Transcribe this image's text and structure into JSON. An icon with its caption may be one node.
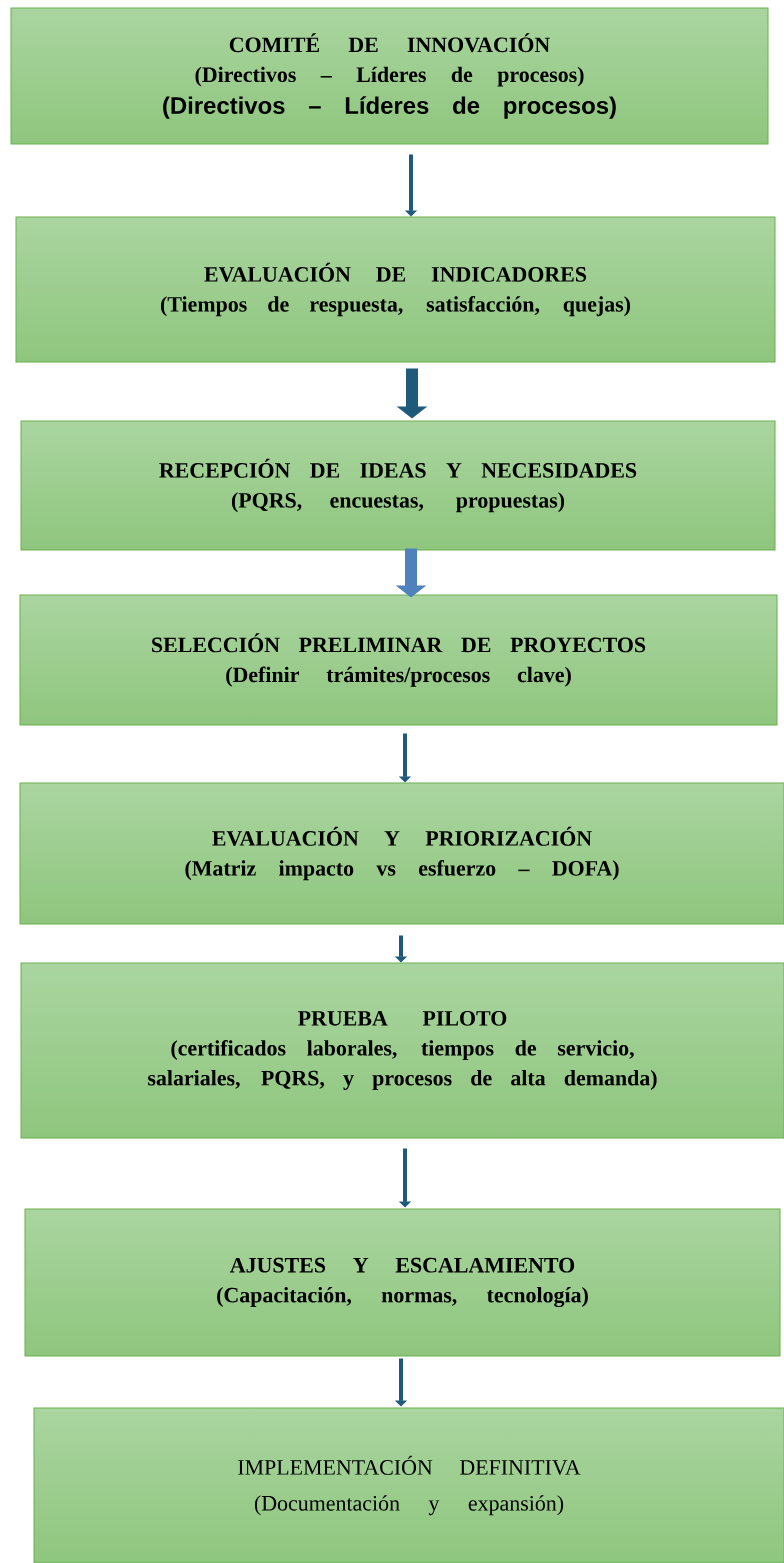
{
  "diagram": {
    "nodes": [
      {
        "text": [
          "COMITÉ DE INNOVACIÓN",
          "(Directivos – Líderes de procesos)",
          "(Directivos – Líderes de procesos)"
        ]
      },
      {
        "text": [
          "EVALUACIÓN DE INDICADORES",
          "(Tiempos de respuesta, satisfacción, quejas)"
        ]
      },
      {
        "text": [
          "RECEPCIÓN DE IDEAS Y NECESIDADES",
          "(PQRS, encuestas, propuestas)"
        ]
      },
      {
        "text": [
          "SELECCIÓN PRELIMINAR DE PROYECTOS",
          "(Definir trámites/procesos clave)"
        ]
      },
      {
        "text": [
          "EVALUACIÓN Y PRIORIZACIÓN",
          "(Matriz impacto vs esfuerzo – DOFA)"
        ]
      },
      {
        "text": [
          "PRUEBA PILOTO",
          "(certificados laborales, tiempos de servicio, salariales, PQRS, y procesos de alta demanda)"
        ]
      },
      {
        "text": [
          "AJUSTES Y ESCALAMIENTO",
          "(Capacitación, normas, tecnología)"
        ]
      },
      {
        "text": [
          "IMPLEMENTACIÓN DEFINITIVA",
          "(Documentación y expansión)"
        ]
      }
    ],
    "edges": [
      {
        "from": 0,
        "to": 1,
        "arrow": "to"
      },
      {
        "from": 1,
        "to": 2,
        "arrow": "to",
        "style": "thick"
      },
      {
        "from": 2,
        "to": 3,
        "arrow": "to",
        "style": "thick",
        "color": "#4f81bd"
      },
      {
        "from": 3,
        "to": 4,
        "arrow": "to"
      },
      {
        "from": 4,
        "to": 5,
        "arrow": "to"
      },
      {
        "from": 5,
        "to": 6,
        "arrow": "to"
      },
      {
        "from": 6,
        "to": 7,
        "arrow": "to"
      }
    ]
  }
}
